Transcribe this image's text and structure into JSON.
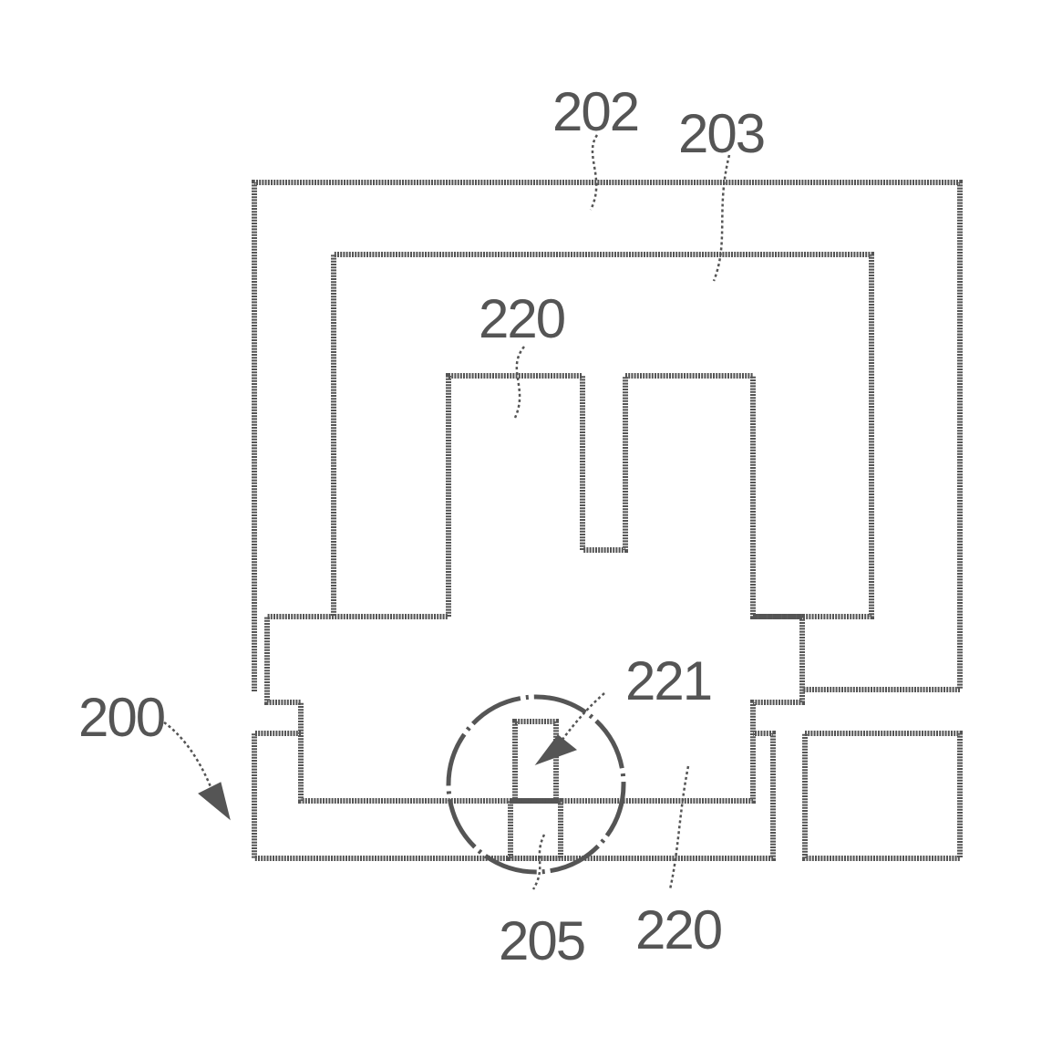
{
  "labels": {
    "label_202": "202",
    "label_203": "203",
    "label_220_top": "220",
    "label_221": "221",
    "label_200": "200",
    "label_205": "205",
    "label_220_bottom": "220"
  },
  "colors": {
    "line": "#555555",
    "background": "#ffffff"
  }
}
